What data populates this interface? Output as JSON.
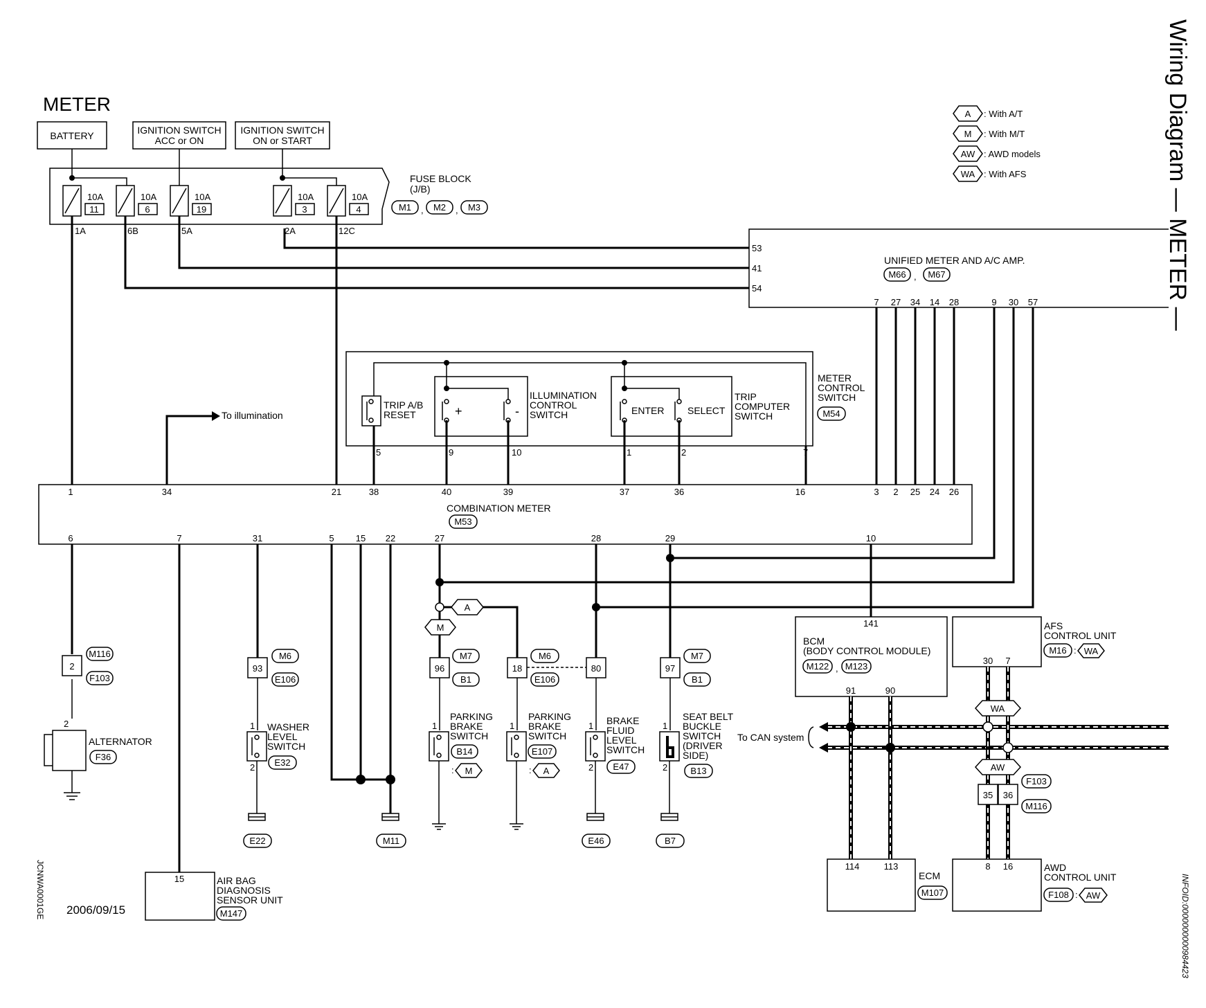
{
  "title": "METER",
  "side_title": "Wiring Diagram — METER —",
  "legend": [
    {
      "code": "A",
      "desc": ": With A/T"
    },
    {
      "code": "M",
      "desc": ": With M/T"
    },
    {
      "code": "AW",
      "desc": ": AWD models"
    },
    {
      "code": "WA",
      "desc": ": With AFS"
    }
  ],
  "power": {
    "battery": "BATTERY",
    "ign_acc_1": "IGNITION SWITCH",
    "ign_acc_2": "ACC or ON",
    "ign_on_1": "IGNITION SWITCH",
    "ign_on_2": "ON or START"
  },
  "fuse_block": {
    "label_1": "FUSE BLOCK",
    "label_2": "(J/B)",
    "connectors": [
      "M1",
      "M2",
      "M3"
    ],
    "fuses": [
      {
        "amp": "10A",
        "num": "11",
        "term": "1A"
      },
      {
        "amp": "10A",
        "num": "6",
        "term": "6B"
      },
      {
        "amp": "10A",
        "num": "19",
        "term": "5A"
      },
      {
        "amp": "10A",
        "num": "3",
        "term": "2A"
      },
      {
        "amp": "10A",
        "num": "4",
        "term": "12C"
      }
    ]
  },
  "unified_meter": {
    "label": "UNIFIED METER AND A/C AMP.",
    "connectors": [
      "M66",
      "M67"
    ],
    "left_pins": [
      "53",
      "41",
      "54"
    ],
    "bottom_pins": [
      "7",
      "27",
      "34",
      "14",
      "28",
      "9",
      "30",
      "57"
    ]
  },
  "meter_control_switch": {
    "label_1": "METER",
    "label_2": "CONTROL",
    "label_3": "SWITCH",
    "connector": "M54",
    "trip_1": "TRIP A/B",
    "trip_2": "RESET",
    "illum_1": "ILLUMINATION",
    "illum_2": "CONTROL",
    "illum_3": "SWITCH",
    "plus": "+",
    "minus": "-",
    "enter": "ENTER",
    "select": "SELECT",
    "tc_1": "TRIP",
    "tc_2": "COMPUTER",
    "tc_3": "SWITCH",
    "pins": [
      "5",
      "9",
      "10",
      "1",
      "2",
      "7"
    ]
  },
  "to_illumination": "To illumination",
  "combination_meter": {
    "label": "COMBINATION METER",
    "connector": "M53",
    "top_pins": [
      "1",
      "34",
      "21",
      "38",
      "40",
      "39",
      "37",
      "36",
      "16",
      "3",
      "2",
      "25",
      "24",
      "26"
    ],
    "bottom_pins": [
      "6",
      "7",
      "31",
      "5",
      "15",
      "22",
      "27",
      "28",
      "29",
      "10"
    ]
  },
  "alternator": {
    "label": "ALTERNATOR",
    "connector": "F36",
    "pin": "2",
    "jc_num": "2",
    "jc_top": "M116",
    "jc_bot": "F103"
  },
  "washer": {
    "l1": "WASHER",
    "l2": "LEVEL",
    "l3": "SWITCH",
    "connector": "E32",
    "pin1": "1",
    "pin2": "2",
    "jc_num": "93",
    "jc_top": "M6",
    "jc_bot": "E106",
    "ground": "E22"
  },
  "ground_m11": "M11",
  "airbag": {
    "l1": "AIR BAG",
    "l2": "DIAGNOSIS",
    "l3": "SENSOR UNIT",
    "connector": "M147",
    "pin": "15"
  },
  "pbs_mt": {
    "l1": "PARKING",
    "l2": "BRAKE",
    "l3": "SWITCH",
    "connector": "B14",
    "variant": "M",
    "pin1": "1",
    "jc_num": "96",
    "jc_top": "M7",
    "jc_bot": "B1"
  },
  "pbs_at": {
    "l1": "PARKING",
    "l2": "BRAKE",
    "l3": "SWITCH",
    "connector": "E107",
    "variant": "A",
    "pin1": "1",
    "jc_num": "18",
    "jc_top": "M6",
    "jc_bot": "E106"
  },
  "brake_fluid": {
    "l1": "BRAKE",
    "l2": "FLUID",
    "l3": "LEVEL",
    "l4": "SWITCH",
    "connector": "E47",
    "pin1": "1",
    "pin2": "2",
    "jc_num": "80",
    "ground": "E46"
  },
  "seat_belt": {
    "l1": "SEAT BELT",
    "l2": "BUCKLE",
    "l3": "SWITCH",
    "l4": "(DRIVER",
    "l5": "SIDE)",
    "connector": "B13",
    "pin1": "1",
    "pin2": "2",
    "jc_num": "97",
    "jc_top": "M7",
    "jc_bot": "B1",
    "ground": "B7"
  },
  "branch_tags": {
    "m": "M",
    "a": "A"
  },
  "bcm": {
    "l1": "BCM",
    "l2": "(BODY CONTROL MODULE)",
    "connectors": [
      "M122",
      "M123"
    ],
    "pin_top": "141",
    "pins_bottom": [
      "91",
      "90"
    ]
  },
  "afs": {
    "l1": "AFS",
    "l2": "CONTROL UNIT",
    "connector": "M16",
    "variant": "WA",
    "pins": [
      "30",
      "7"
    ]
  },
  "can_label": "To CAN system",
  "can_tags": {
    "wa": "WA",
    "aw": "AW"
  },
  "can_jc": {
    "pins": [
      "35",
      "36"
    ],
    "top": "F103",
    "bot": "M116"
  },
  "ecm": {
    "label": "ECM",
    "connector": "M107",
    "pins": [
      "114",
      "113"
    ]
  },
  "awd": {
    "l1": "AWD",
    "l2": "CONTROL UNIT",
    "connector": "F108",
    "variant": "AW",
    "pins": [
      "8",
      "16"
    ]
  },
  "date": "2006/09/15",
  "side_code": "JCNWA0001GE",
  "infoid": "INFOID:0000000000984423"
}
